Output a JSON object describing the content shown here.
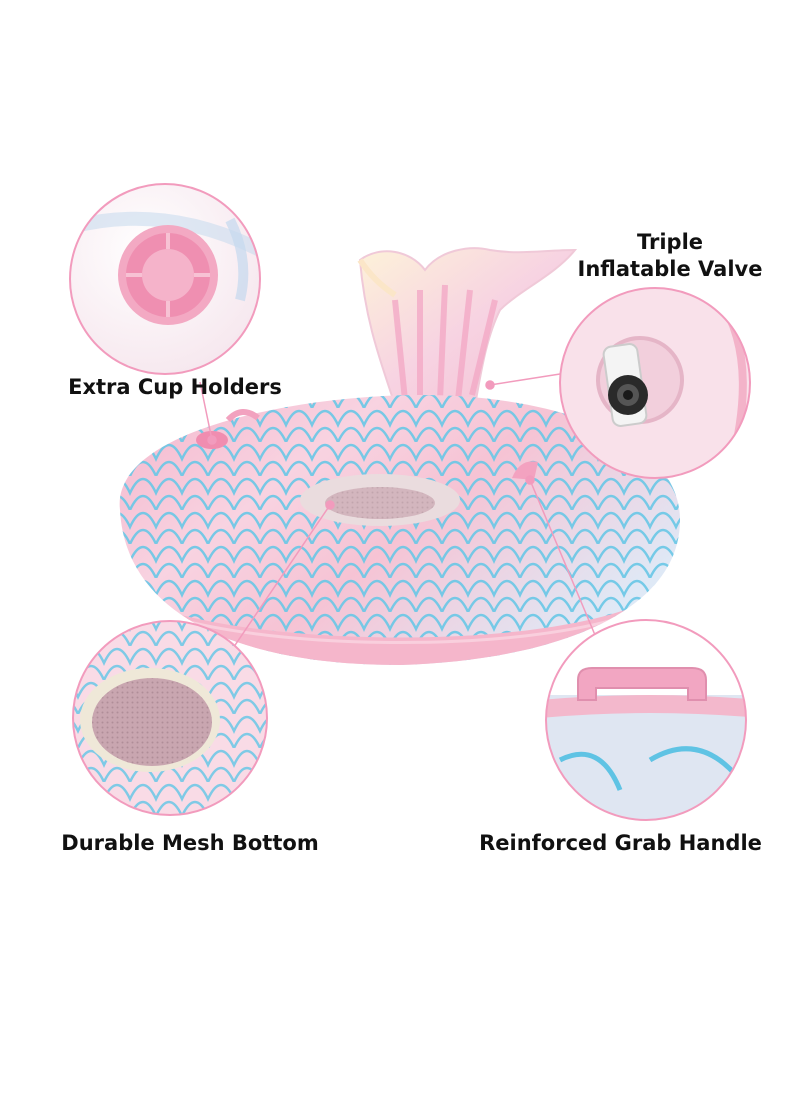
{
  "product": {
    "image_name": "mermaid-tail-pool-float",
    "colors": {
      "background": "#ffffff",
      "float_pink": "#f6bcd0",
      "float_pink_light": "#fbdce8",
      "scale_lines": "#69c7e6",
      "iridescent": "#dfe9f6",
      "callout_line": "#f29bbd",
      "label_text": "#111111"
    }
  },
  "callouts": {
    "cup_holders": "Extra Cup Holders",
    "valve_line1": "Triple",
    "valve_line2": "Inflatable Valve",
    "mesh_bottom": "Durable Mesh Bottom",
    "grab_handle": "Reinforced Grab Handle"
  }
}
